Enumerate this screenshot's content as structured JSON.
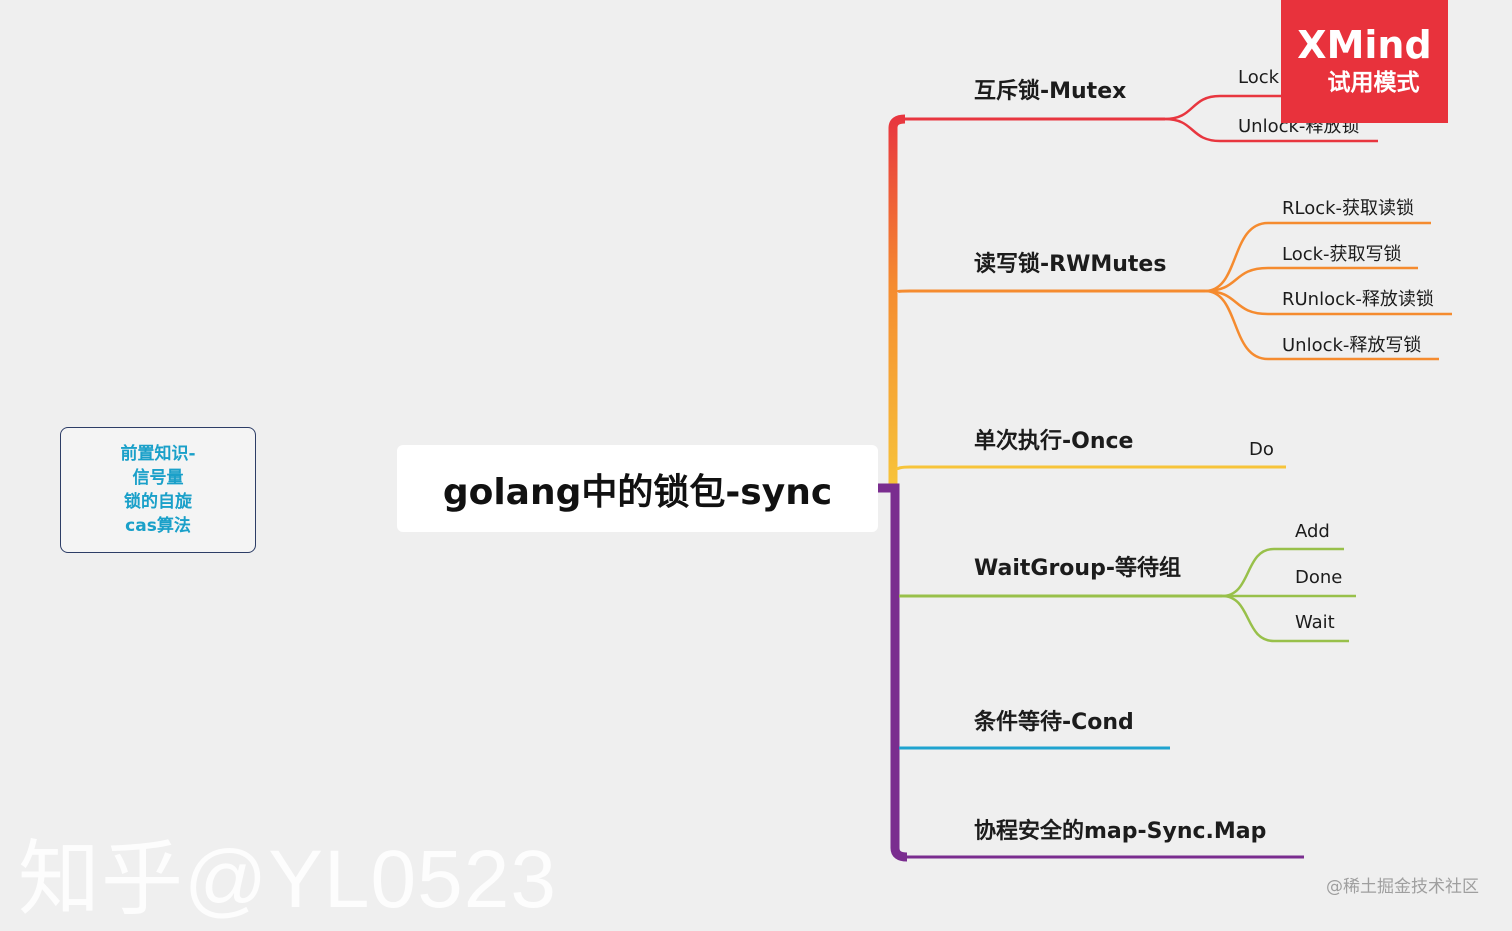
{
  "central_topic": "golang中的锁包-sync",
  "floating_topic": {
    "lines": [
      "前置知识-",
      "信号量",
      "锁的自旋",
      "cas算法"
    ]
  },
  "branches": [
    {
      "title": "互斥锁-Mutex",
      "color": "#e8363f",
      "leaves": [
        "Lock",
        "Unlock-释放锁"
      ]
    },
    {
      "title": "读写锁-RWMutes",
      "color": "#f58b2f",
      "leaves": [
        "RLock-获取读锁",
        "Lock-获取写锁",
        "RUnlock-释放读锁",
        "Unlock-释放写锁"
      ]
    },
    {
      "title": "单次执行-Once",
      "color": "#f7c43a",
      "leaves": [
        "Do"
      ]
    },
    {
      "title": "WaitGroup-等待组",
      "color": "#98c04a",
      "leaves": [
        "Add",
        "Done",
        "Wait"
      ]
    },
    {
      "title": "条件等待-Cond",
      "color": "#1fa3cf",
      "leaves": []
    },
    {
      "title": "协程安全的map-Sync.Map",
      "color": "#7a2d8f",
      "leaves": []
    }
  ],
  "trial_badge": {
    "brand": "XMind",
    "mode": "试用模式",
    "color": "#e8323c"
  },
  "watermarks": {
    "zhihu": "知乎@YL0523",
    "juejin": "@稀土掘金技术社区"
  }
}
